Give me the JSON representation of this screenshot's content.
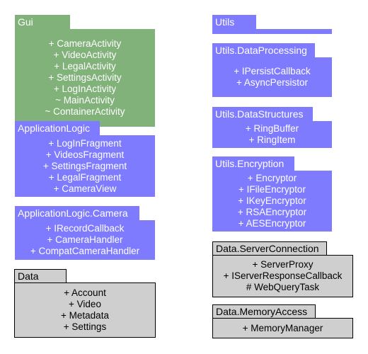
{
  "colors": {
    "gui_green": "#81b27a",
    "logic_blue": "#7e7bff",
    "data_gray": "#cfcfcf",
    "outline": "#000000"
  },
  "packages": [
    {
      "id": "gui",
      "name": "Gui",
      "style": "green",
      "members": [
        "+ CameraActivity",
        "+ VideoActivity",
        "+ LegalActivity",
        "+ SettingsActivity",
        "+ LogInActivity",
        "~ MainActivity",
        "~ ContainerActivity"
      ]
    },
    {
      "id": "application-logic",
      "name": "ApplicationLogic",
      "style": "blue",
      "members": [
        "+ LogInFragment",
        "+ VideosFragment",
        "+ SettingsFragment",
        "+ LegalFragment",
        "+ CameraView"
      ]
    },
    {
      "id": "application-logic-camera",
      "name": "ApplicationLogic.Camera",
      "style": "blue",
      "members": [
        "+ IRecordCallback",
        "+ CameraHandler",
        "+ CompatCameraHandler"
      ]
    },
    {
      "id": "data",
      "name": "Data",
      "style": "gray",
      "members": [
        "+ Account",
        "+ Video",
        "+ Metadata",
        "+ Settings"
      ]
    },
    {
      "id": "utils",
      "name": "Utils",
      "style": "blue",
      "members": []
    },
    {
      "id": "utils-dataprocessing",
      "name": "Utils.DataProcessing",
      "style": "blue",
      "members": [
        "+ IPersistCallback",
        "+ AsyncPersistor"
      ]
    },
    {
      "id": "utils-datastructures",
      "name": "Utils.DataStructures",
      "style": "blue",
      "members": [
        "+ RingBuffer",
        "+ RingItem"
      ]
    },
    {
      "id": "utils-encryption",
      "name": "Utils.Encryption",
      "style": "blue",
      "members": [
        "+ Encryptor",
        "+ IFileEncryptor",
        "+ IKeyEncryptor",
        "+ RSAEncryptor",
        "+ AESEncryptor"
      ]
    },
    {
      "id": "data-serverconnection",
      "name": "Data.ServerConnection",
      "style": "gray",
      "members": [
        "+ ServerProxy",
        "+ IServerResponseCallback",
        "# WebQueryTask"
      ]
    },
    {
      "id": "data-memoryaccess",
      "name": "Data.MemoryAccess",
      "style": "gray",
      "members": [
        "+ MemoryManager"
      ]
    }
  ]
}
